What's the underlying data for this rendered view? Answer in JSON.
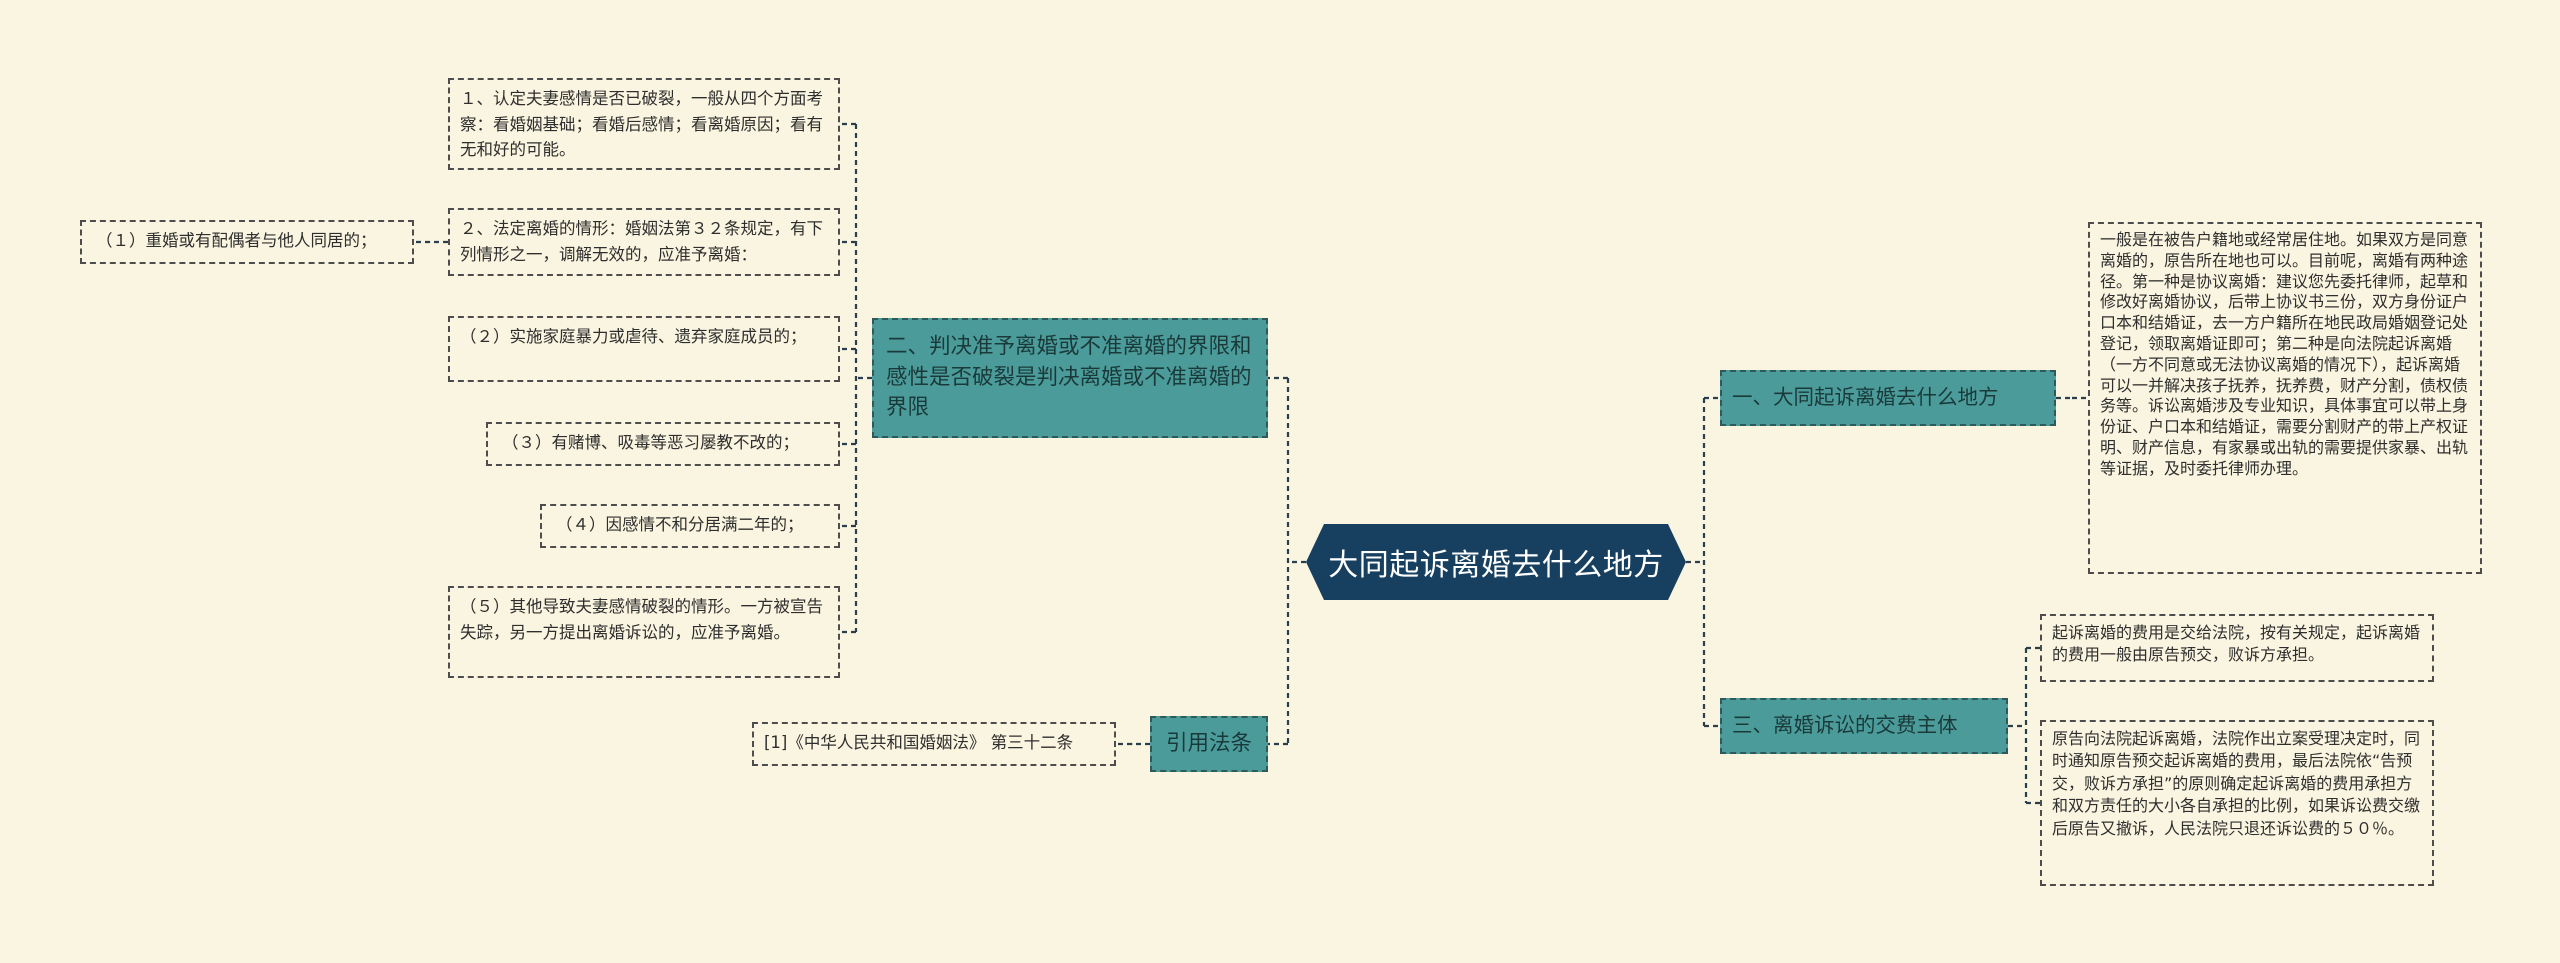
{
  "center": {
    "title": "大同起诉离婚去什么地方"
  },
  "right_branches": [
    {
      "label": "一、大同起诉离婚去什么地方",
      "leaves": [
        "一般是在被告户籍地或经常居住地。如果双方是同意离婚的，原告所在地也可以。目前呢，离婚有两种途径。第一种是协议离婚：建议您先委托律师，起草和修改好离婚协议，后带上协议书三份，双方身份证户口本和结婚证，去一方户籍所在地民政局婚姻登记处登记，领取离婚证即可；第二种是向法院起诉离婚（一方不同意或无法协议离婚的情况下），起诉离婚可以一并解决孩子抚养，抚养费，财产分割，债权债务等。诉讼离婚涉及专业知识，具体事宜可以带上身份证、户口本和结婚证，需要分割财产的带上产权证明、财产信息，有家暴或出轨的需要提供家暴、出轨等证据，及时委托律师办理。"
      ]
    },
    {
      "label": "三、离婚诉讼的交费主体",
      "leaves": [
        "起诉离婚的费用是交给法院，按有关规定，起诉离婚的费用一般由原告预交，败诉方承担。",
        "原告向法院起诉离婚，法院作出立案受理决定时，同时通知原告预交起诉离婚的费用，最后法院依“告预交，败诉方承担”的原则确定起诉离婚的费用承担方和双方责任的大小各自承担的比例，如果诉讼费交缴后原告又撤诉，人民法院只退还诉讼费的５０％。"
      ]
    }
  ],
  "left_branches": [
    {
      "label": "二、判决准予离婚或不准离婚的界限和感性是否破裂是判决离婚或不准离婚的界限",
      "leaves": [
        "１、认定夫妻感情是否已破裂，一般从四个方面考察：看婚姻基础；看婚后感情；看离婚原因；看有无和好的可能。",
        "２、法定离婚的情形：婚姻法第３２条规定，有下列情形之一，调解无效的，应准予离婚：",
        "（２）实施家庭暴力或虐待、遗弃家庭成员的；",
        "（３）有赌博、吸毒等恶习屡教不改的；",
        "（４）因感情不和分居满二年的；",
        "（５）其他导致夫妻感情破裂的情形。一方被宣告失踪，另一方提出离婚诉讼的，应准予离婚。"
      ],
      "sub_leaf": "（１）重婚或有配偶者与他人同居的；"
    },
    {
      "label": "引用法条",
      "leaves": [
        "[1]《中华人民共和国婚姻法》 第三十二条"
      ]
    }
  ],
  "colors": {
    "background": "#faf5e0",
    "center_fill": "#173f5f",
    "branch_fill": "#4c9b9b",
    "line": "#2a3e4e"
  }
}
